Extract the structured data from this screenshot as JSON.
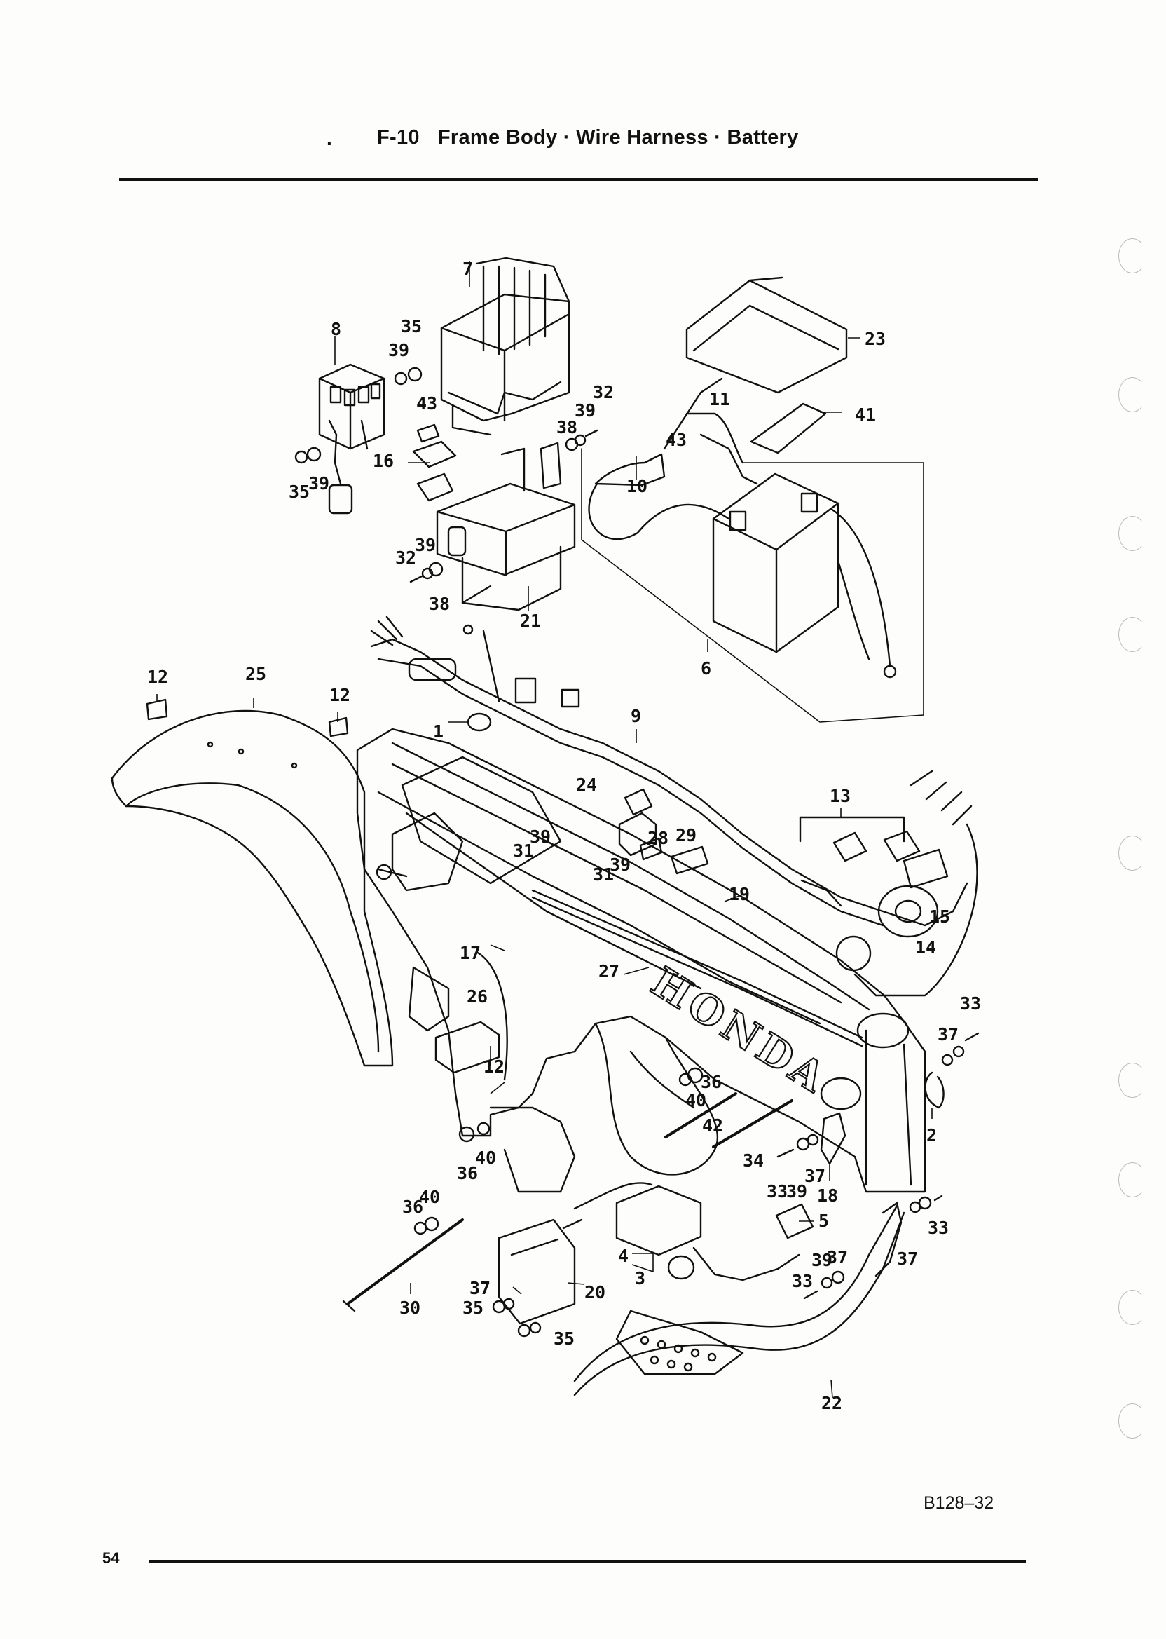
{
  "header": {
    "section_code": "F-10",
    "title": "Frame Body · Wire Harness · Battery"
  },
  "footer": {
    "page_number": "54",
    "figure_code": "B128–32"
  },
  "callouts": [
    "1",
    "2",
    "3",
    "4",
    "5",
    "6",
    "7",
    "8",
    "9",
    "10",
    "11",
    "12",
    "12",
    "12",
    "13",
    "14",
    "15",
    "16",
    "17",
    "18",
    "19",
    "20",
    "21",
    "22",
    "23",
    "24",
    "25",
    "26",
    "27",
    "28",
    "29",
    "30",
    "31",
    "31",
    "32",
    "32",
    "33",
    "33",
    "33",
    "33",
    "34",
    "35",
    "35",
    "35",
    "35",
    "36",
    "36",
    "36",
    "37",
    "37",
    "37",
    "37",
    "37",
    "38",
    "38",
    "39",
    "39",
    "39",
    "39",
    "39",
    "39",
    "39",
    "39",
    "40",
    "40",
    "40",
    "41",
    "42",
    "43",
    "43"
  ],
  "frame_emblem": "HONDA"
}
